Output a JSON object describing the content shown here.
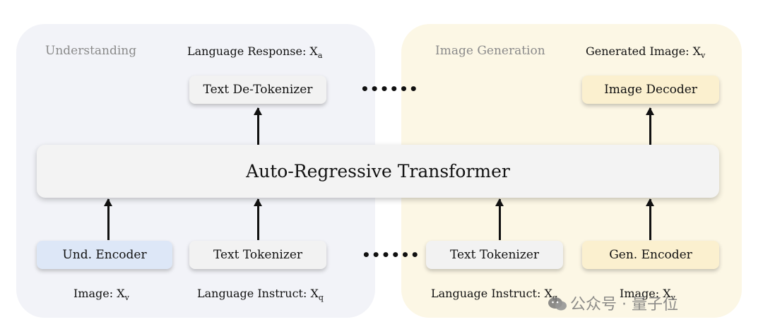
{
  "panels": {
    "understanding": {
      "title": "Understanding"
    },
    "generation": {
      "title": "Image Generation"
    }
  },
  "top_labels": {
    "language_response": {
      "text": "Language Response: X",
      "sub": "a"
    },
    "generated_image": {
      "text": "Generated Image: X",
      "sub": "v"
    }
  },
  "boxes": {
    "text_detokenizer": "Text De-Tokenizer",
    "image_decoder": "Image Decoder",
    "transformer": "Auto-Regressive Transformer",
    "und_encoder": "Und. Encoder",
    "text_tokenizer_left": "Text Tokenizer",
    "text_tokenizer_right": "Text Tokenizer",
    "gen_encoder": "Gen. Encoder"
  },
  "ellipsis": {
    "top": "••••••",
    "bottom": "••••••"
  },
  "bottom_labels": {
    "image_left": {
      "text": "Image: X",
      "sub": "v"
    },
    "instruct_left": {
      "text": "Language Instruct: X",
      "sub": "q"
    },
    "instruct_right": {
      "text": "Language Instruct: X",
      "sub": "q"
    },
    "image_right": {
      "text": "Image: X",
      "sub": "v"
    }
  },
  "watermark": {
    "text": "公众号 · 量子位"
  },
  "colors": {
    "understanding_panel": "#f2f3f8",
    "generation_panel": "#fcf7e5",
    "und_encoder": "#dde7f7",
    "gen_encoder": "#fbf0cf",
    "neutral_box": "#f2f2f2"
  }
}
